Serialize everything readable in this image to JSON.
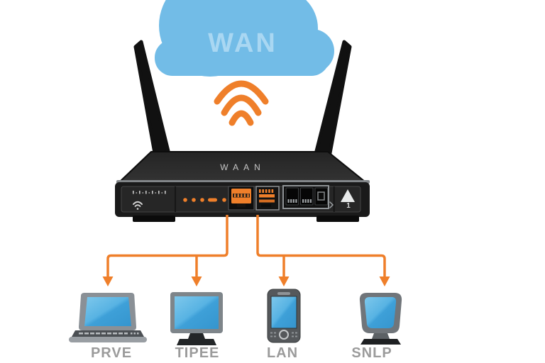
{
  "diagram": {
    "cloud": {
      "label": "WAN"
    },
    "router": {
      "name_label": "WAAN",
      "port_indicator": "1"
    },
    "devices": [
      {
        "label": "PRVE",
        "type": "laptop"
      },
      {
        "label": "TIPEE",
        "type": "desktop-monitor"
      },
      {
        "label": "LAN",
        "type": "smartphone"
      },
      {
        "label": "SNLP",
        "type": "crt-monitor"
      }
    ],
    "icons": {
      "wifi_signal": "three-arc wifi waves",
      "router_wifi": "small wifi glyph",
      "up_triangle": "up arrow indicator",
      "chevron": ">"
    },
    "colors": {
      "accent_orange": "#EF7F2A",
      "cloud_blue": "#72BCE7",
      "cloud_text_blue": "#A9D7F2",
      "screen_blue": "#3EA0D8",
      "label_gray": "#9B9B9B",
      "router_black": "#1A1A1A"
    }
  }
}
